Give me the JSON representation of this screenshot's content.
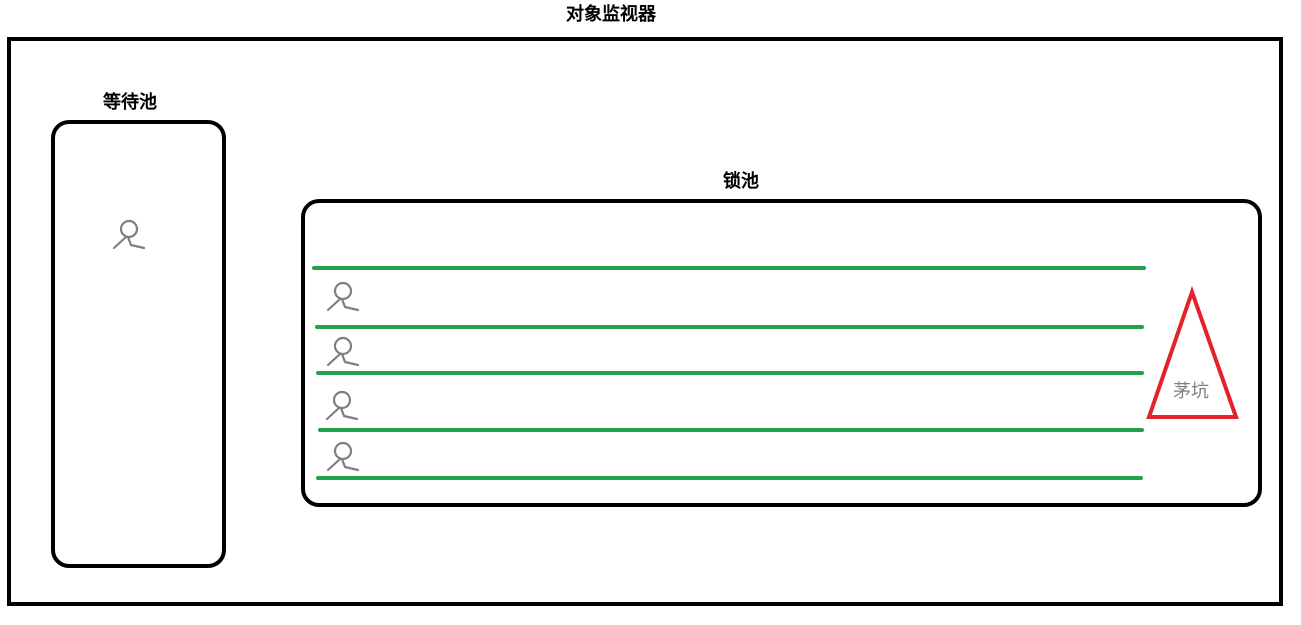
{
  "title": "对象监视器",
  "wait_pool": {
    "label": "等待池",
    "people_count": 1
  },
  "lock_pool": {
    "label": "锁池",
    "lanes": 5,
    "people_count": 4
  },
  "toilet": {
    "label": "茅坑"
  },
  "colors": {
    "outline": "#000000",
    "lane": "#22a24a",
    "toilet": "#e2232a",
    "person": "#7f7f7f",
    "toilet_text": "#7f7f7f"
  },
  "icons": {
    "person": "person-icon",
    "toilet": "triangle-icon"
  }
}
